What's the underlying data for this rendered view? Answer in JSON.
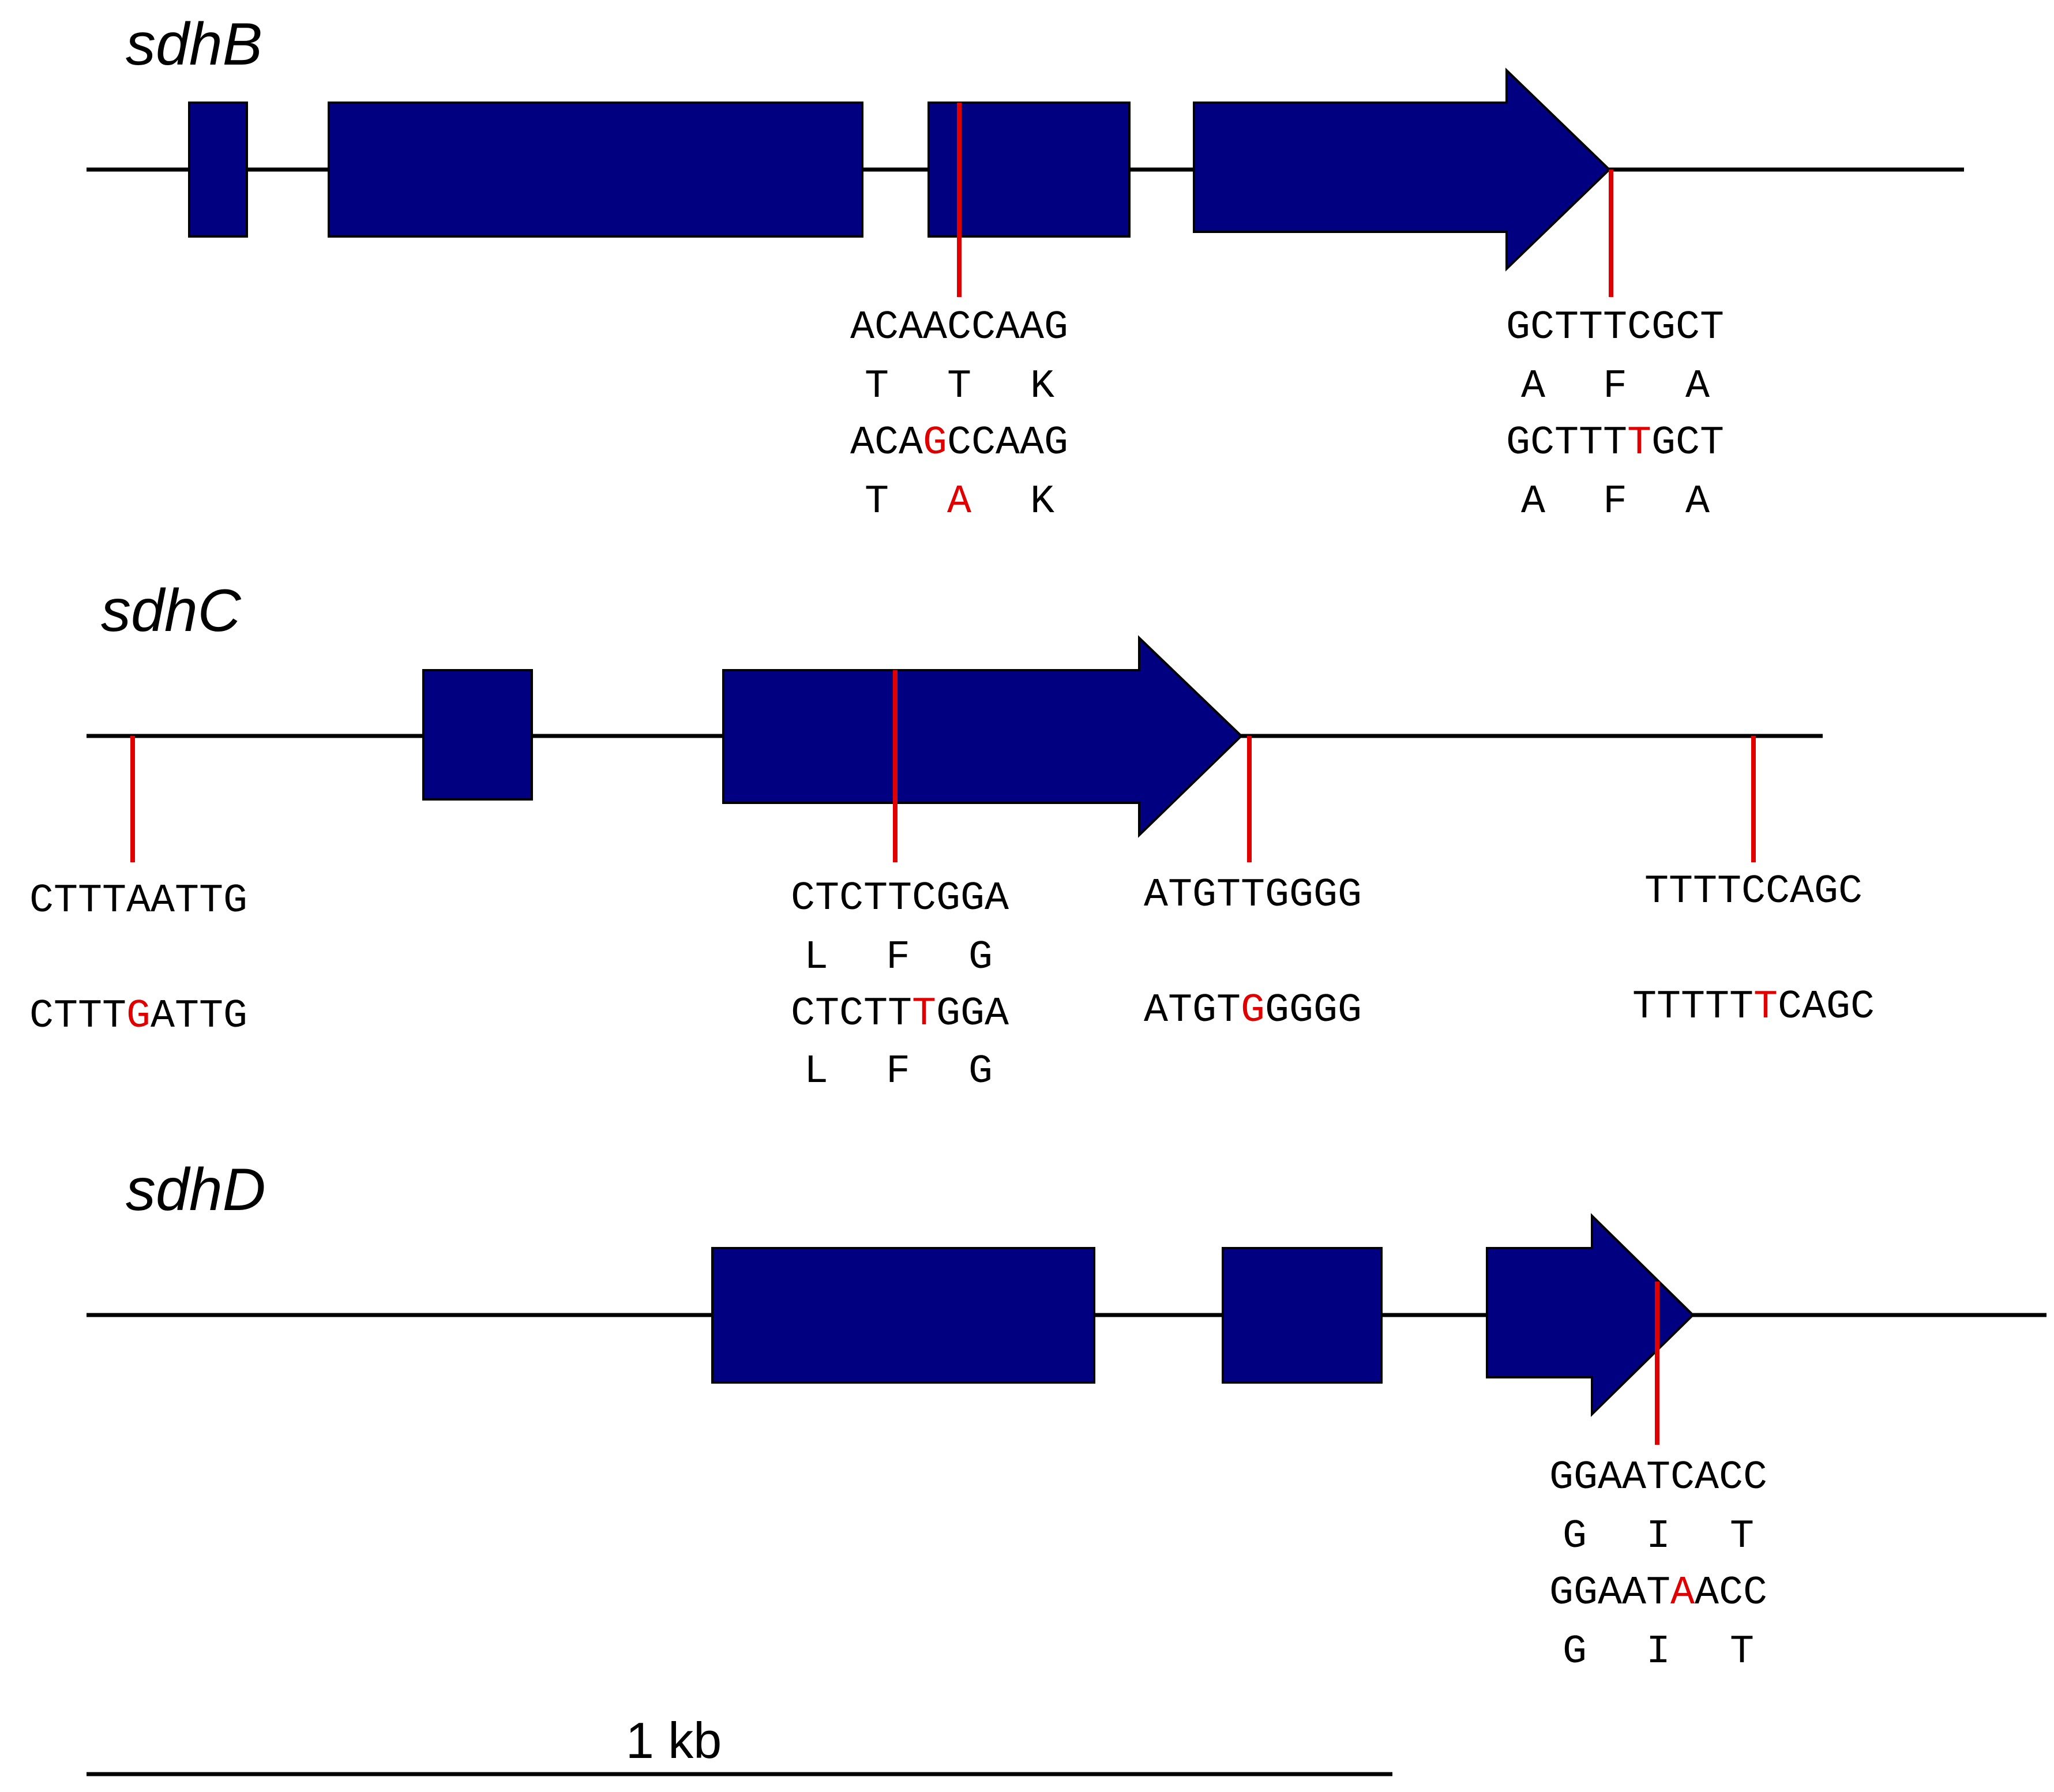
{
  "genes": [
    {
      "name": "sdhB",
      "variants": [
        {
          "ref": "ACAACCAAG",
          "ref_aa": [
            "T",
            "T",
            "K"
          ],
          "alt_pre": "ACA",
          "alt_mut": "G",
          "alt_post": "CCAAG",
          "alt_aa": [
            "T",
            "A",
            "K"
          ],
          "alt_aa_mut_index": 1
        },
        {
          "ref": "GCTTTCGCT",
          "ref_aa": [
            "A",
            "F",
            "A"
          ],
          "alt_pre": "GCTTT",
          "alt_mut": "T",
          "alt_post": "GCT",
          "alt_aa": [
            "A",
            "F",
            "A"
          ],
          "alt_aa_mut_index": -1
        }
      ]
    },
    {
      "name": "sdhC",
      "variants": [
        {
          "ref": "CTTTAATTG",
          "ref_aa": [],
          "alt_pre": "CTTT",
          "alt_mut": "G",
          "alt_post": "ATTG",
          "alt_aa": [],
          "alt_aa_mut_index": -1
        },
        {
          "ref": "CTCTTCGGA",
          "ref_aa": [
            "L",
            "F",
            "G"
          ],
          "alt_pre": "CTCTT",
          "alt_mut": "T",
          "alt_post": "GGA",
          "alt_aa": [
            "L",
            "F",
            "G"
          ],
          "alt_aa_mut_index": -1
        },
        {
          "ref": "ATGTTGGGG",
          "ref_aa": [],
          "alt_pre": "ATGT",
          "alt_mut": "G",
          "alt_post": "GGGG",
          "alt_aa": [],
          "alt_aa_mut_index": -1
        },
        {
          "ref": "TTTTCCAGC",
          "ref_aa": [],
          "alt_pre": "TTTTT",
          "alt_mut": "T",
          "alt_post": "CAGC",
          "alt_aa": [],
          "alt_aa_mut_index": -1
        }
      ]
    },
    {
      "name": "sdhD",
      "variants": [
        {
          "ref": "GGAATCACC",
          "ref_aa": [
            "G",
            "I",
            "T"
          ],
          "alt_pre": "GGAAT",
          "alt_mut": "A",
          "alt_post": "ACC",
          "alt_aa": [
            "G",
            "I",
            "T"
          ],
          "alt_aa_mut_index": -1
        }
      ]
    }
  ],
  "scale_bar": {
    "label": "1 kb"
  },
  "colors": {
    "exon": "#000080",
    "mutation": "#e00000",
    "line": "#000000"
  }
}
